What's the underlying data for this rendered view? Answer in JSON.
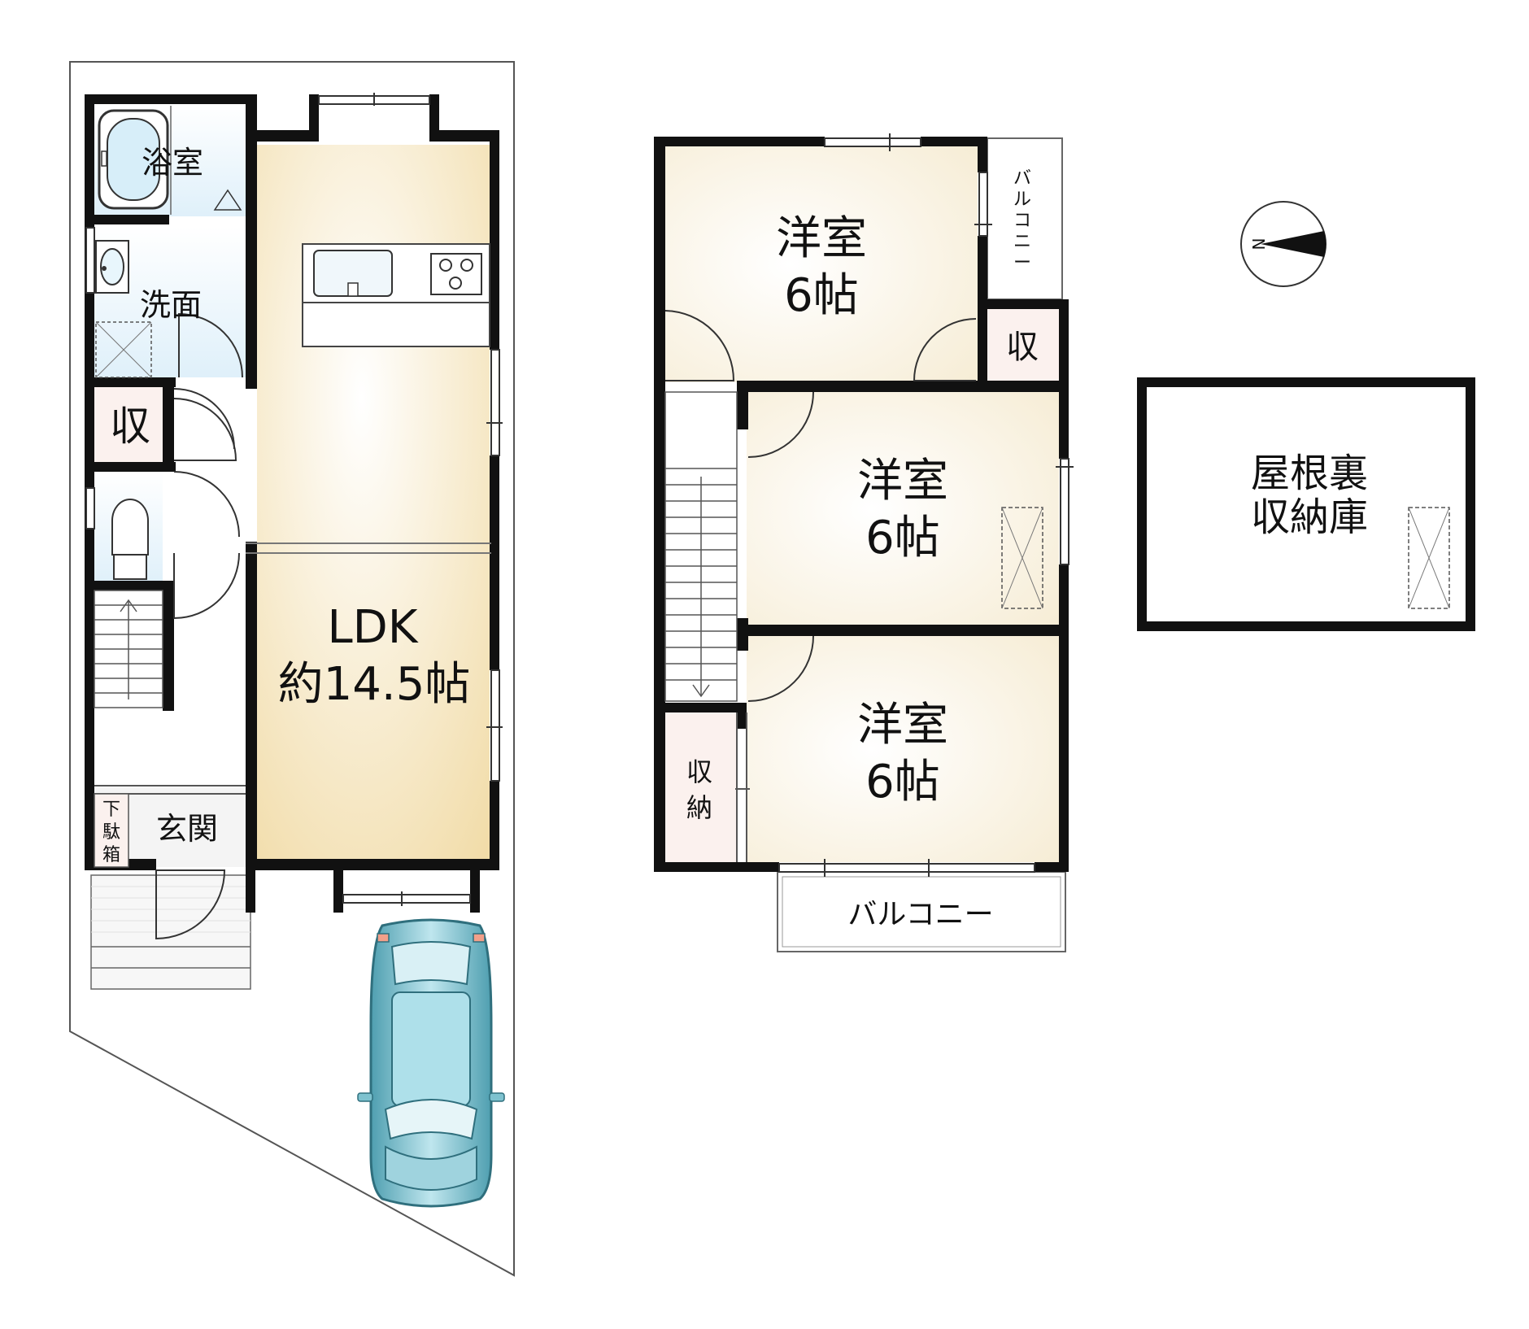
{
  "colors": {
    "wall": "#111111",
    "ldk_floor": "#f3e2b6",
    "room_floor": "#f8f0e0",
    "wet_area": "#e4f3fb",
    "storage": "#fbf1ee",
    "car_body": "#7ec2cf",
    "compass_fill": "#111111"
  },
  "floor1": {
    "bath": "浴室",
    "washroom": "洗面",
    "storage": "収",
    "ldk_name": "LDK",
    "ldk_size": "約14.5帖",
    "entrance": "玄関",
    "shoe_box": [
      "下",
      "駄",
      "箱"
    ]
  },
  "floor2": {
    "room1_name": "洋室",
    "room1_size": "6帖",
    "room2_name": "洋室",
    "room2_size": "6帖",
    "room3_name": "洋室",
    "room3_size": "6帖",
    "balcony_small": [
      "バ",
      "ル",
      "コ",
      "ニ",
      "ー"
    ],
    "storage_small": "収",
    "closet": [
      "収",
      "納"
    ],
    "balcony": "バルコニー"
  },
  "attic": {
    "line1": "屋根裏",
    "line2": "収納庫"
  },
  "compass": {
    "north_label": "N"
  },
  "icons": [
    "bathtub-icon",
    "washbasin-icon",
    "toilet-icon",
    "kitchen-sink-icon",
    "stove-icon",
    "stairs-icon",
    "car-icon",
    "compass-icon"
  ]
}
